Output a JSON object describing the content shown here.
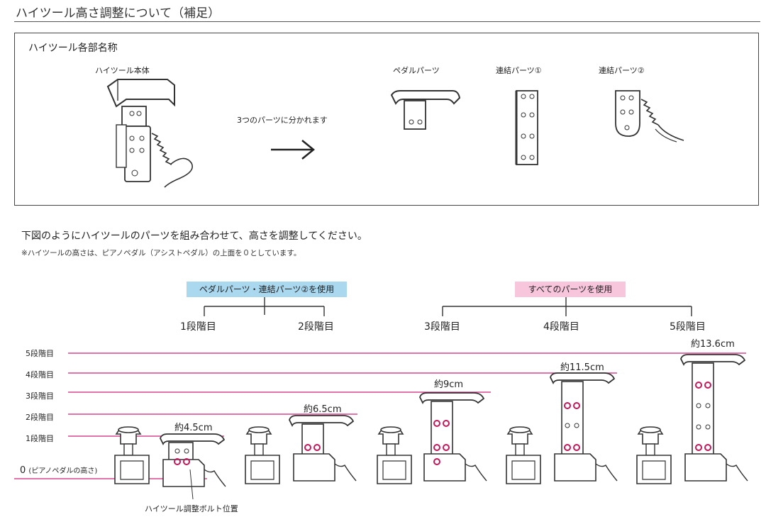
{
  "header": {
    "title": "ハイツール高さ調整について（補足）"
  },
  "parts_panel": {
    "title": "ハイツール各部名称",
    "body_label": "ハイツール本体",
    "split_text": "3つのパーツに分かれます",
    "pedal_part_label": "ペダルパーツ",
    "link1_label": "連結パーツ①",
    "link2_label": "連結パーツ②"
  },
  "instructions": {
    "main": "下図のようにハイツールのパーツを組み合わせて、高さを調整してください。",
    "note": "※ハイツールの高さは、ピアノペダル（アシストペダル）の上面を０としています。"
  },
  "groups": {
    "blue_tag": "ペダルパーツ・連結パーツ②を使用",
    "pink_tag": "すべてのパーツを使用",
    "blue_color": "#a9d8ef",
    "pink_color": "#f7c6dc"
  },
  "stages": [
    "1段階目",
    "2段階目",
    "3段階目",
    "4段階目",
    "5段階目"
  ],
  "levels": {
    "labels": [
      "5段階目",
      "4段階目",
      "3段階目",
      "2段階目",
      "1段階目"
    ],
    "zero_label": "0",
    "zero_note": "(ピアノペダルの高さ)",
    "line_color": "#d6468f"
  },
  "heights": [
    "約4.5cm",
    "約6.5cm",
    "約9cm",
    "約11.5cm",
    "約13.6cm"
  ],
  "bolt_label": "ハイツール調整ボルト位置",
  "accent_colors": {
    "bolt_ring": "#c2185b",
    "outline": "#333333"
  }
}
